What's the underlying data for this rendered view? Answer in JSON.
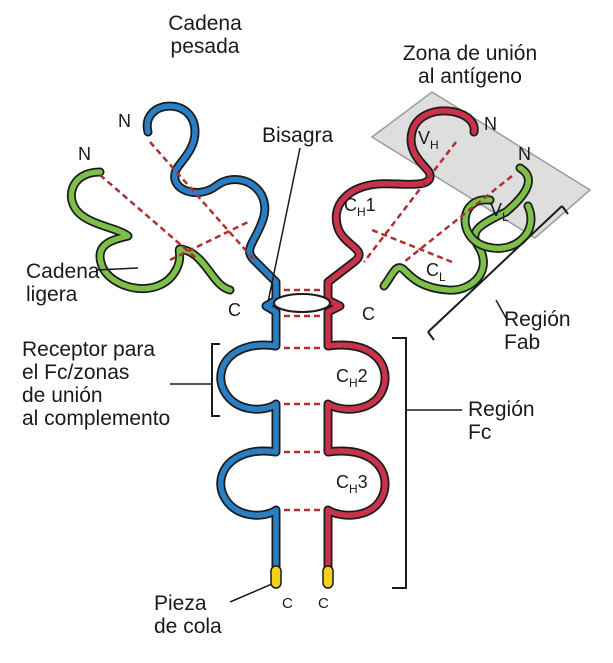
{
  "labels": {
    "heavy_chain": [
      "Cadena",
      "pesada"
    ],
    "antigen_zone": [
      "Zona de unión",
      "al antígeno"
    ],
    "hinge": "Bisagra",
    "light_chain": [
      "Cadena",
      "ligera"
    ],
    "fc_receptor": [
      "Receptor para",
      "el Fc/zonas",
      "de unión",
      "al complemento"
    ],
    "fab_region": [
      "Región",
      "Fab"
    ],
    "fc_region": [
      "Región",
      "Fc"
    ],
    "tail_piece": [
      "Pieza",
      "de cola"
    ]
  },
  "terminals": {
    "n": "N",
    "c": "C"
  },
  "domains": {
    "vh": {
      "base": "V",
      "sub": "H"
    },
    "vl": {
      "base": "V",
      "sub": "L"
    },
    "ch1": {
      "base": "C",
      "sub": "H",
      "num": "1"
    },
    "cl": {
      "base": "C",
      "sub": "L"
    },
    "ch2": {
      "base": "C",
      "sub": "H",
      "num": "2"
    },
    "ch3": {
      "base": "C",
      "sub": "H",
      "num": "3"
    }
  },
  "colors": {
    "heavy_chain_left": "#2a7fc4",
    "heavy_chain_right": "#c8324a",
    "light_chain": "#7cc04a",
    "disulfide": "#b03030",
    "tail": "#f2d21b",
    "antigen_box": "#dcdcdc"
  }
}
